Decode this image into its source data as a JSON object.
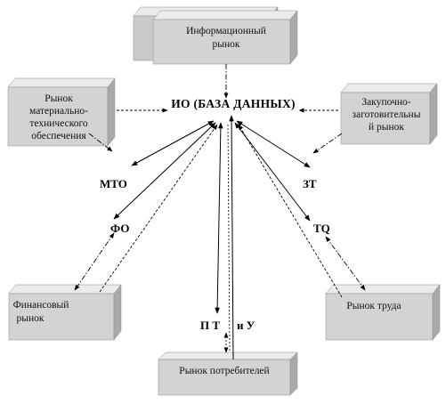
{
  "colors": {
    "box_front": "#d3d3d3",
    "box_side": "#a9a9a9",
    "box_top": "#ebebeb",
    "line": "#000000"
  },
  "center": {
    "label": "ИО (БАЗА ДАННЫХ)"
  },
  "markets": {
    "info": {
      "lines": [
        "Информационный",
        "рынок"
      ]
    },
    "mto": {
      "lines": [
        "Рынок",
        "материально-",
        "технического",
        "обеспечения"
      ]
    },
    "zakup": {
      "lines": [
        "Закупочно-",
        "заготовительны",
        "й рынок"
      ]
    },
    "finance": {
      "lines": [
        "Финансовый",
        "рынок"
      ]
    },
    "labor": {
      "lines": [
        "Рынок труда"
      ]
    },
    "consumer": {
      "lines": [
        "Рынок потребителей"
      ]
    }
  },
  "nodes": {
    "mto": "МТО",
    "zt": "ЗТ",
    "fo": "ФО",
    "tq": "TQ",
    "pt": "П Т",
    "iu": "и У"
  }
}
